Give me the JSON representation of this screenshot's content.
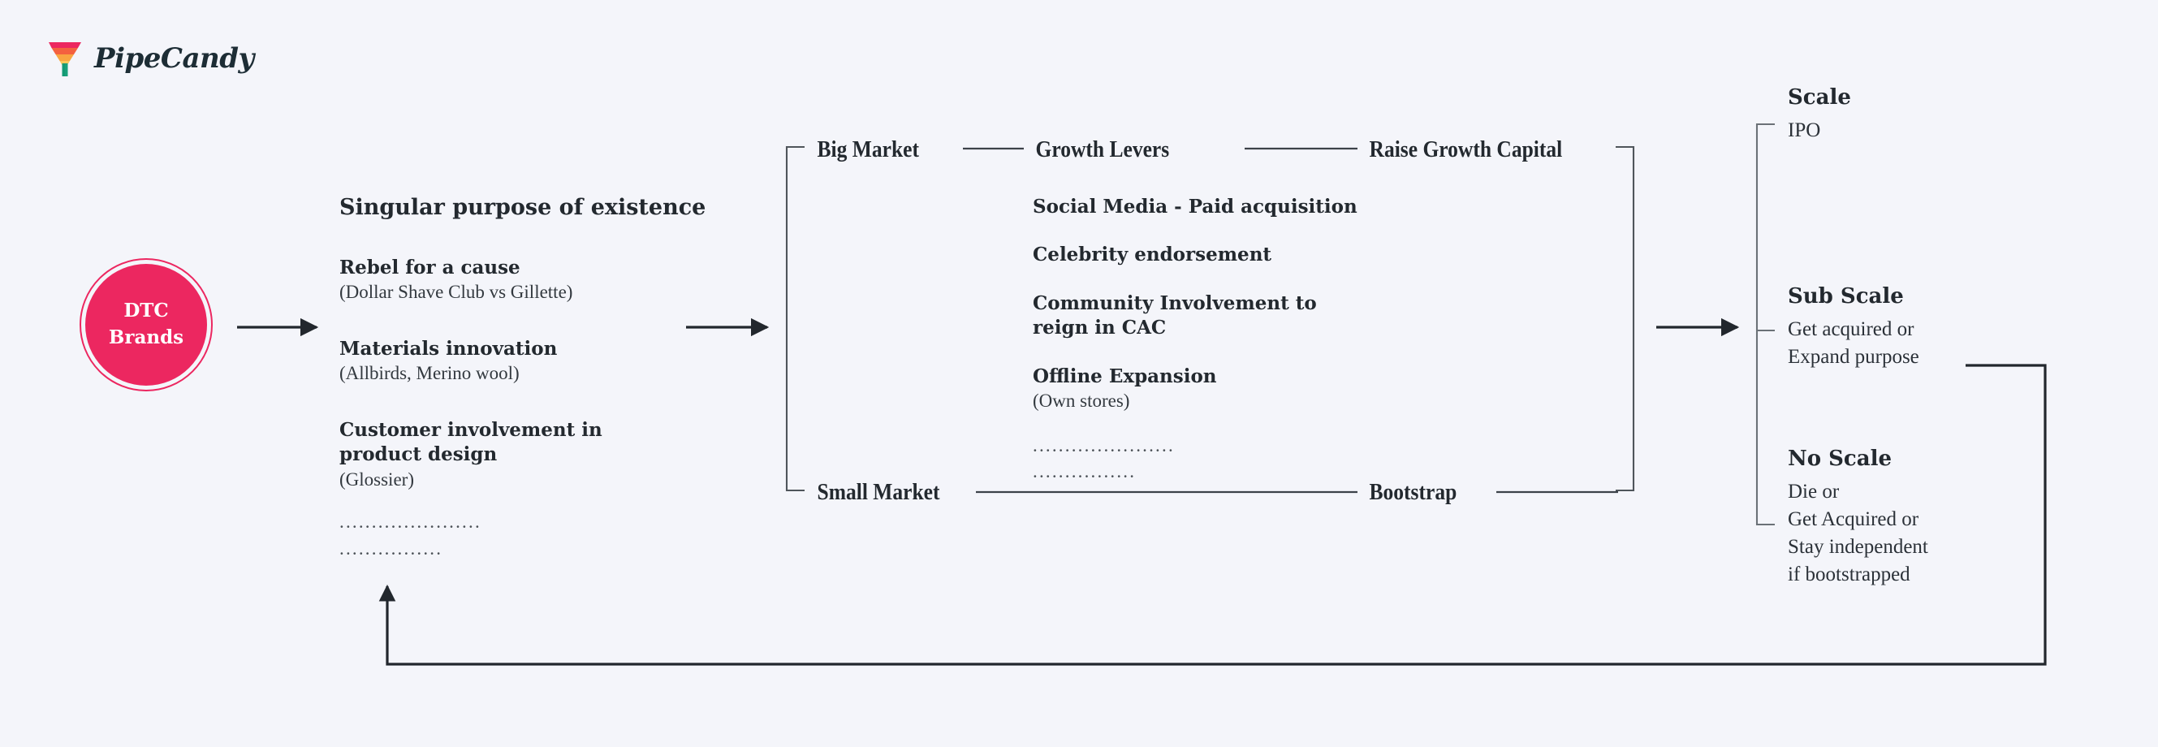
{
  "brand": {
    "name": "PipeCandy",
    "logo_icon": "funnel-icon",
    "funnel_colors": [
      "#ec2760",
      "#f4613f",
      "#f9a541",
      "#fbc75a",
      "#18a07a"
    ],
    "wordmark_color": "#1d2d35"
  },
  "colors": {
    "background": "#f4f5fa",
    "accent": "#ec2760",
    "text": "#23292f",
    "line": "#2b3036",
    "bracket": "#6b7177"
  },
  "start_node": {
    "line1": "DTC",
    "line2": "Brands",
    "fill": "#ec2760",
    "text_color": "#ffffff"
  },
  "purpose_column": {
    "heading": "Singular purpose of existence",
    "items": [
      {
        "title": "Rebel for a cause",
        "sub": "(Dollar Shave Club vs Gillette)"
      },
      {
        "title": "Materials innovation",
        "sub": "(Allbirds, Merino wool)"
      },
      {
        "title": "Customer involvement in\nproduct design",
        "sub": "(Glossier)"
      }
    ],
    "ellipsis_long": "......................",
    "ellipsis_short": "................"
  },
  "market_band": {
    "top_row": [
      "Big Market",
      "Growth Levers",
      "Raise Growth Capital"
    ],
    "bottom_row": [
      "Small Market",
      "Bootstrap"
    ]
  },
  "growth_levers": {
    "items": [
      {
        "title": "Social Media - Paid acquisition",
        "sub": ""
      },
      {
        "title": "Celebrity endorsement",
        "sub": ""
      },
      {
        "title": "Community Involvement to\nreign in CAC",
        "sub": ""
      },
      {
        "title": "Offline Expansion",
        "sub": "(Own stores)"
      }
    ],
    "ellipsis_long": "......................",
    "ellipsis_short": "................"
  },
  "outcomes": [
    {
      "title": "Scale",
      "body": "IPO"
    },
    {
      "title": "Sub Scale",
      "body": "Get acquired or\nExpand purpose"
    },
    {
      "title": "No Scale",
      "body": "Die or\nGet Acquired or\nStay independent\nif bootstrapped"
    }
  ],
  "connectors": {
    "arrow_1": "arrow-dtc-to-purpose",
    "arrow_2": "arrow-purpose-to-market",
    "arrow_3": "arrow-market-to-outcome",
    "feedback_loop": "feedback-loop-expand-purpose-to-purpose"
  }
}
